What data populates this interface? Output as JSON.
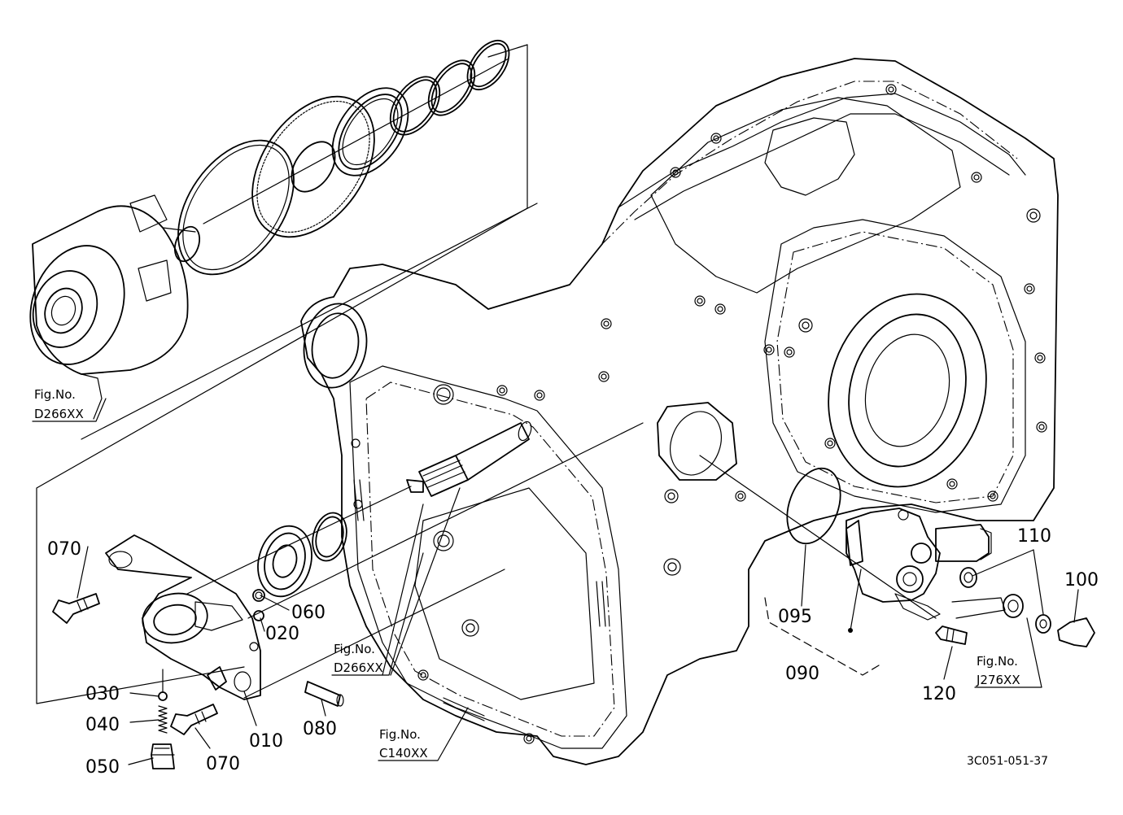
{
  "part_labels": {
    "p010": "010",
    "p020": "020",
    "p030": "030",
    "p040": "040",
    "p050": "050",
    "p060": "060",
    "p070a": "070",
    "p070b": "070",
    "p080": "080",
    "p090": "090",
    "p095": "095",
    "p100": "100",
    "p110": "110",
    "p120": "120"
  },
  "figure_refs": {
    "ref1": {
      "prefix": "Fig.No.",
      "number": "D266XX"
    },
    "ref2": {
      "prefix": "Fig.No.",
      "number": "D266XX"
    },
    "ref3": {
      "prefix": "Fig.No.",
      "number": "C140XX"
    },
    "ref4": {
      "prefix": "Fig.No.",
      "number": "J276XX"
    }
  },
  "diagram_code": "3C051-051-37"
}
